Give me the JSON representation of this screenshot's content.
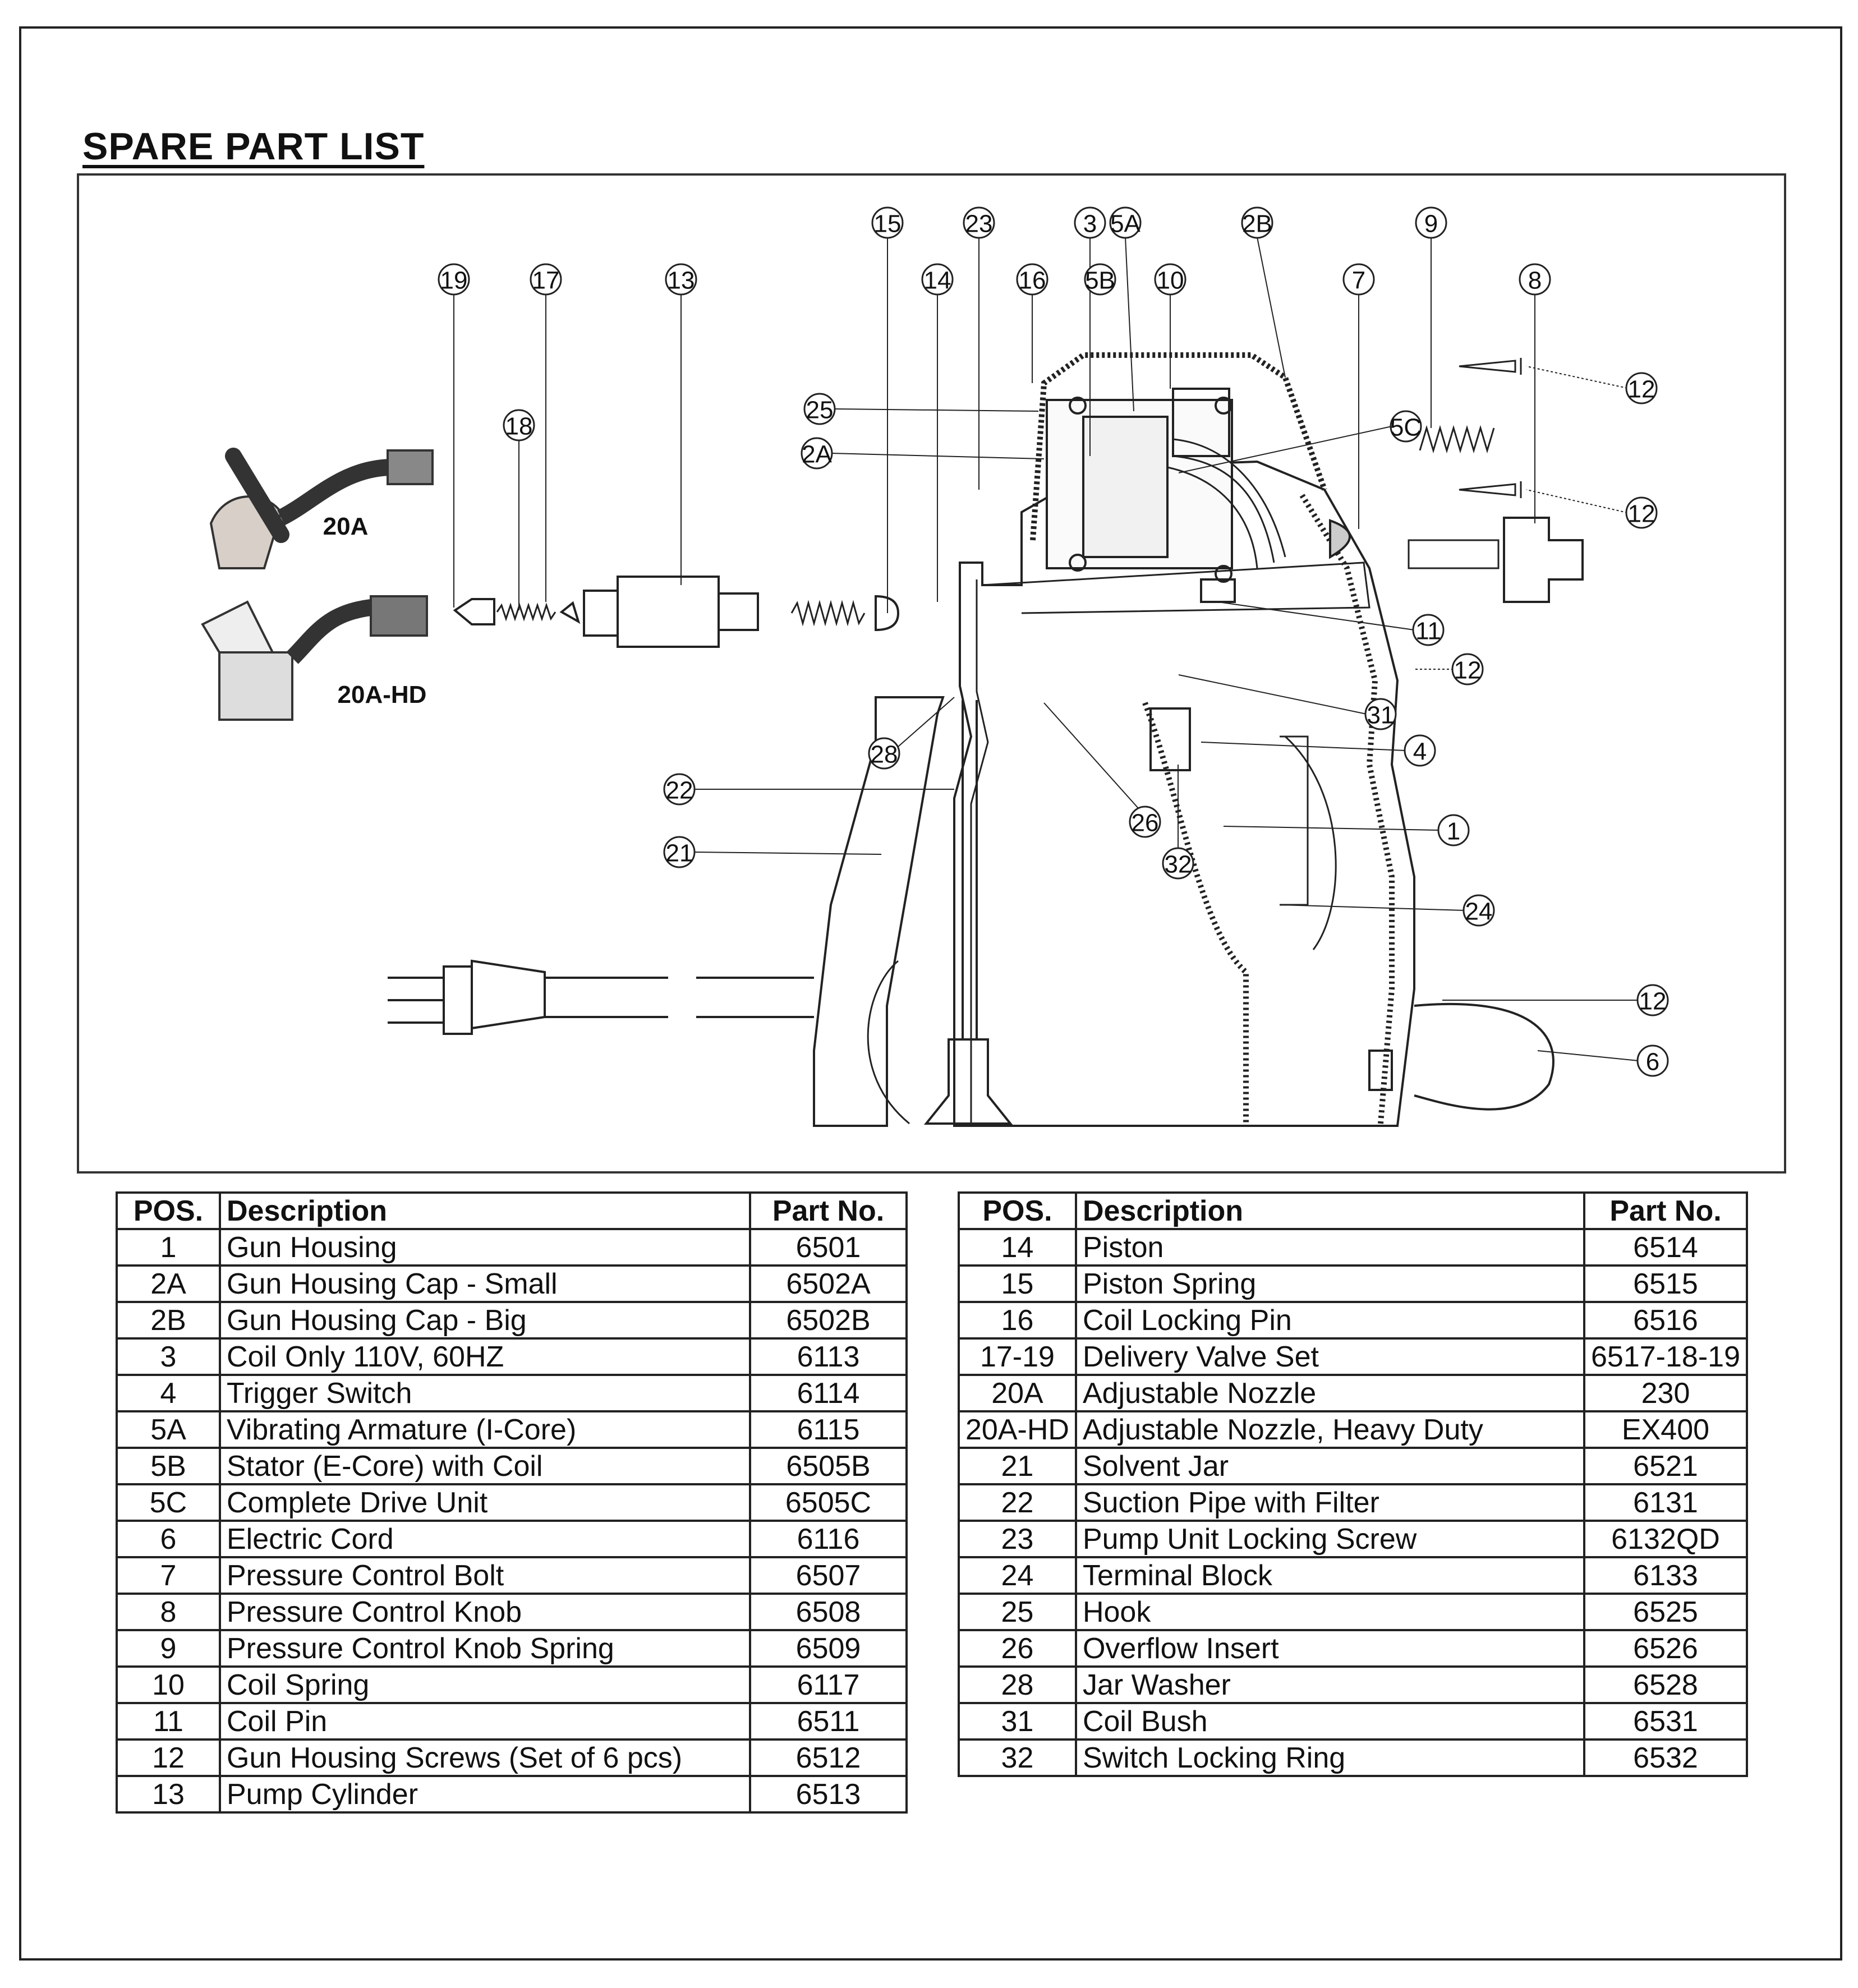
{
  "title": "SPARE PART LIST",
  "diagram": {
    "nozzle_labels": [
      "20A",
      "20A-HD"
    ],
    "callouts": [
      "1",
      "2A",
      "2B",
      "3",
      "4",
      "5A",
      "5B",
      "5C",
      "6",
      "7",
      "8",
      "9",
      "10",
      "11",
      "12",
      "13",
      "14",
      "15",
      "16",
      "17",
      "18",
      "19",
      "21",
      "22",
      "23",
      "24",
      "25",
      "26",
      "28",
      "31",
      "32"
    ]
  },
  "tables": [
    {
      "headers": {
        "pos": "POS.",
        "description": "Description",
        "part_no": "Part No."
      },
      "rows": [
        {
          "pos": "1",
          "description": "Gun Housing",
          "part_no": "6501"
        },
        {
          "pos": "2A",
          "description": "Gun Housing Cap - Small",
          "part_no": "6502A"
        },
        {
          "pos": "2B",
          "description": "Gun Housing Cap - Big",
          "part_no": "6502B"
        },
        {
          "pos": "3",
          "description": "Coil Only 110V, 60HZ",
          "part_no": "6113"
        },
        {
          "pos": "4",
          "description": "Trigger Switch",
          "part_no": "6114"
        },
        {
          "pos": "5A",
          "description": "Vibrating Armature (I-Core)",
          "part_no": "6115"
        },
        {
          "pos": "5B",
          "description": "Stator (E-Core) with Coil",
          "part_no": "6505B"
        },
        {
          "pos": "5C",
          "description": "Complete Drive Unit",
          "part_no": "6505C"
        },
        {
          "pos": "6",
          "description": "Electric Cord",
          "part_no": "6116"
        },
        {
          "pos": "7",
          "description": "Pressure Control Bolt",
          "part_no": "6507"
        },
        {
          "pos": "8",
          "description": "Pressure Control Knob",
          "part_no": "6508"
        },
        {
          "pos": "9",
          "description": "Pressure Control Knob Spring",
          "part_no": "6509"
        },
        {
          "pos": "10",
          "description": "Coil Spring",
          "part_no": "6117"
        },
        {
          "pos": "11",
          "description": "Coil Pin",
          "part_no": "6511"
        },
        {
          "pos": "12",
          "description": "Gun Housing Screws (Set of 6 pcs)",
          "part_no": "6512"
        },
        {
          "pos": "13",
          "description": "Pump Cylinder",
          "part_no": "6513"
        }
      ]
    },
    {
      "headers": {
        "pos": "POS.",
        "description": "Description",
        "part_no": "Part No."
      },
      "rows": [
        {
          "pos": "14",
          "description": "Piston",
          "part_no": "6514"
        },
        {
          "pos": "15",
          "description": "Piston Spring",
          "part_no": "6515"
        },
        {
          "pos": "16",
          "description": "Coil Locking Pin",
          "part_no": "6516"
        },
        {
          "pos": "17-19",
          "description": "Delivery Valve Set",
          "part_no": "6517-18-19"
        },
        {
          "pos": "20A",
          "description": "Adjustable Nozzle",
          "part_no": "230"
        },
        {
          "pos": "20A-HD",
          "description": "Adjustable Nozzle, Heavy Duty",
          "part_no": "EX400"
        },
        {
          "pos": "21",
          "description": "Solvent Jar",
          "part_no": "6521"
        },
        {
          "pos": "22",
          "description": "Suction Pipe with Filter",
          "part_no": "6131"
        },
        {
          "pos": "23",
          "description": "Pump Unit Locking Screw",
          "part_no": "6132QD"
        },
        {
          "pos": "24",
          "description": "Terminal Block",
          "part_no": "6133"
        },
        {
          "pos": "25",
          "description": "Hook",
          "part_no": "6525"
        },
        {
          "pos": "26",
          "description": "Overflow Insert",
          "part_no": "6526"
        },
        {
          "pos": "28",
          "description": "Jar Washer",
          "part_no": "6528"
        },
        {
          "pos": "31",
          "description": "Coil Bush",
          "part_no": "6531"
        },
        {
          "pos": "32",
          "description": "Switch Locking Ring",
          "part_no": "6532"
        }
      ]
    }
  ]
}
